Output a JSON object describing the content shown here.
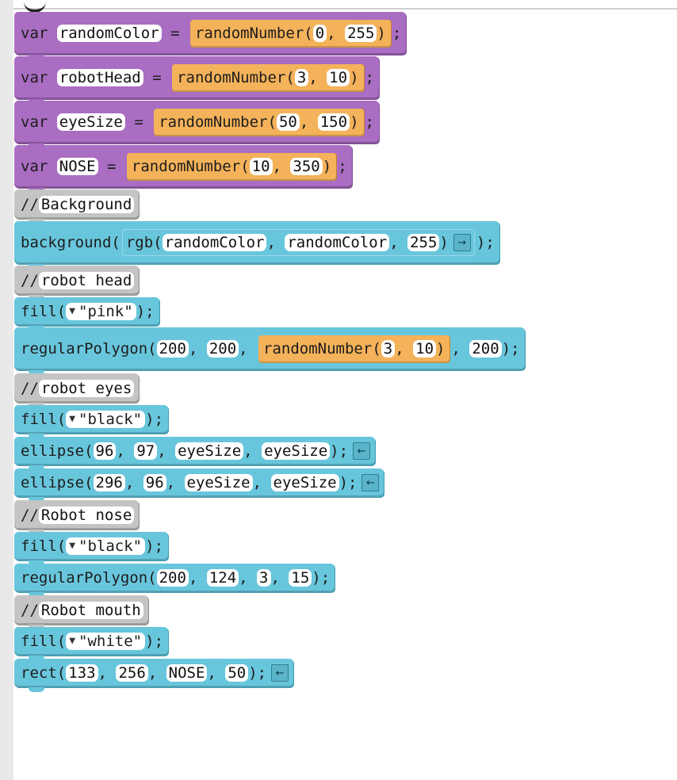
{
  "blocks": [
    {
      "type": "var",
      "keyword": "var",
      "name": "randomColor",
      "op": "=",
      "fn": "randomNumber",
      "args": [
        "0",
        "255"
      ]
    },
    {
      "type": "var",
      "keyword": "var",
      "name": "robotHead",
      "op": "=",
      "fn": "randomNumber",
      "args": [
        "3",
        "10"
      ]
    },
    {
      "type": "var",
      "keyword": "var",
      "name": "eyeSize",
      "op": "=",
      "fn": "randomNumber",
      "args": [
        "50",
        "150"
      ]
    },
    {
      "type": "var",
      "keyword": "var",
      "name": "NOSE",
      "op": "=",
      "fn": "randomNumber",
      "args": [
        "10",
        "350"
      ]
    },
    {
      "type": "comment",
      "slashes": "//",
      "text": "Background"
    },
    {
      "type": "background",
      "fn": "background",
      "inner_fn": "rgb",
      "args": [
        "randomColor",
        "randomColor",
        "255"
      ],
      "button": "→"
    },
    {
      "type": "comment",
      "slashes": "//",
      "text": "robot head"
    },
    {
      "type": "fill",
      "fn": "fill",
      "value": "\"pink\""
    },
    {
      "type": "regpoly_nested",
      "fn": "regularPolygon",
      "args": [
        "200",
        "200"
      ],
      "inner_fn": "randomNumber",
      "inner_args": [
        "3",
        "10"
      ],
      "last": "200"
    },
    {
      "type": "comment",
      "slashes": "//",
      "text": "robot eyes"
    },
    {
      "type": "fill",
      "fn": "fill",
      "value": "\"black\""
    },
    {
      "type": "call",
      "fn": "ellipse",
      "args": [
        "96",
        "97",
        "eyeSize",
        "eyeSize"
      ],
      "button": "←"
    },
    {
      "type": "call",
      "fn": "ellipse",
      "args": [
        "296",
        "96",
        "eyeSize",
        "eyeSize"
      ],
      "button": "←"
    },
    {
      "type": "comment",
      "slashes": "//",
      "text": "Robot nose"
    },
    {
      "type": "fill",
      "fn": "fill",
      "value": "\"black\""
    },
    {
      "type": "call",
      "fn": "regularPolygon",
      "args": [
        "200",
        "124",
        "3",
        "15"
      ]
    },
    {
      "type": "comment",
      "slashes": "//",
      "text": "Robot mouth"
    },
    {
      "type": "fill",
      "fn": "fill",
      "value": "\"white\""
    },
    {
      "type": "call",
      "fn": "rect",
      "args": [
        "133",
        "256",
        "NOSE",
        "50"
      ],
      "button": "←"
    }
  ],
  "colors": {
    "variable_block": "#a96dc2",
    "comment_block": "#c4c4c4",
    "function_block": "#68c6dc",
    "math_block": "#f4b25a"
  }
}
